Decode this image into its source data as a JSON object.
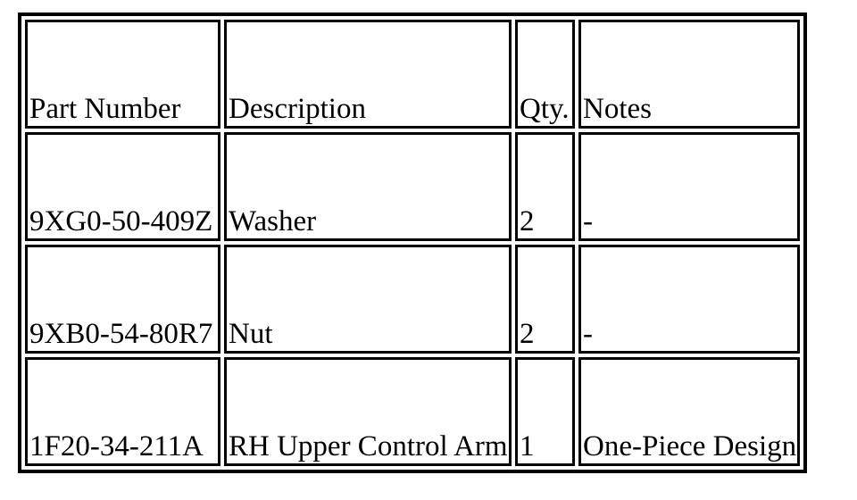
{
  "page": {
    "background_color": "#ffffff",
    "text_color": "#000000",
    "border_color": "#000000"
  },
  "table": {
    "columns": [
      {
        "label": "Part Number"
      },
      {
        "label": "Description"
      },
      {
        "label": "Qty."
      },
      {
        "label": "Notes"
      }
    ],
    "rows": [
      {
        "part_number": "9XG0-50-409Z",
        "description": "Washer",
        "qty": "2",
        "notes": "-"
      },
      {
        "part_number": "9XB0-54-80R7",
        "description": "Nut",
        "qty": "2",
        "notes": "-"
      },
      {
        "part_number": "1F20-34-211A",
        "description": "RH Upper Control Arm",
        "qty": "1",
        "notes": "One-Piece Design"
      }
    ]
  }
}
